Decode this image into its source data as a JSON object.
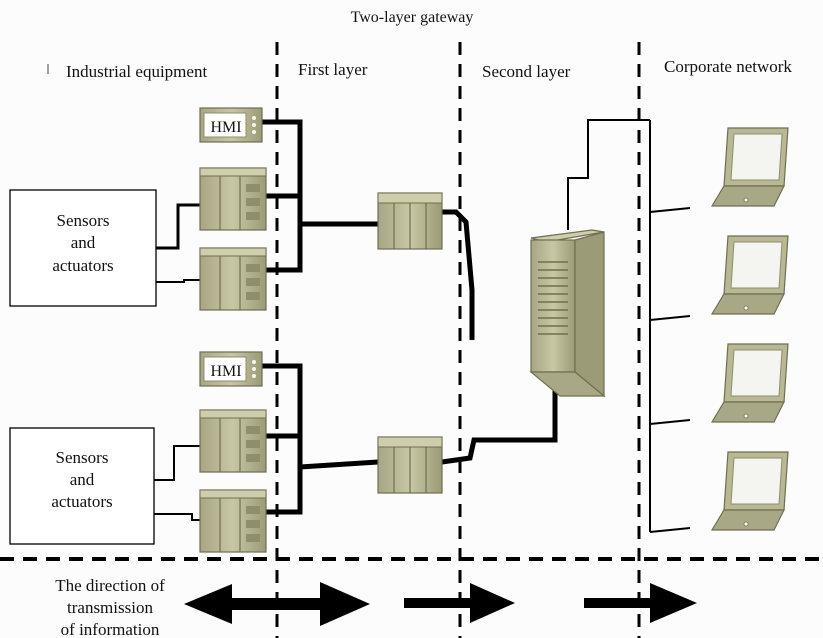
{
  "diagram": {
    "title": "Two-layer gateway",
    "columns": {
      "industrial": "Industrial equipment",
      "first": "First layer",
      "second": "Second layer",
      "corporate": "Corporate network"
    },
    "sensor_box_top": [
      "Sensors",
      "and",
      "actuators"
    ],
    "sensor_box_bottom": [
      "Sensors",
      "and",
      "actuators"
    ],
    "hmi_label": "HMI",
    "direction_label": [
      "The direction of",
      "transmission",
      "of information"
    ]
  },
  "colors": {
    "device_fill": "#b9b894",
    "device_stroke": "#6f6e50",
    "device_dark": "#8f8e6c",
    "line": "#000000"
  }
}
